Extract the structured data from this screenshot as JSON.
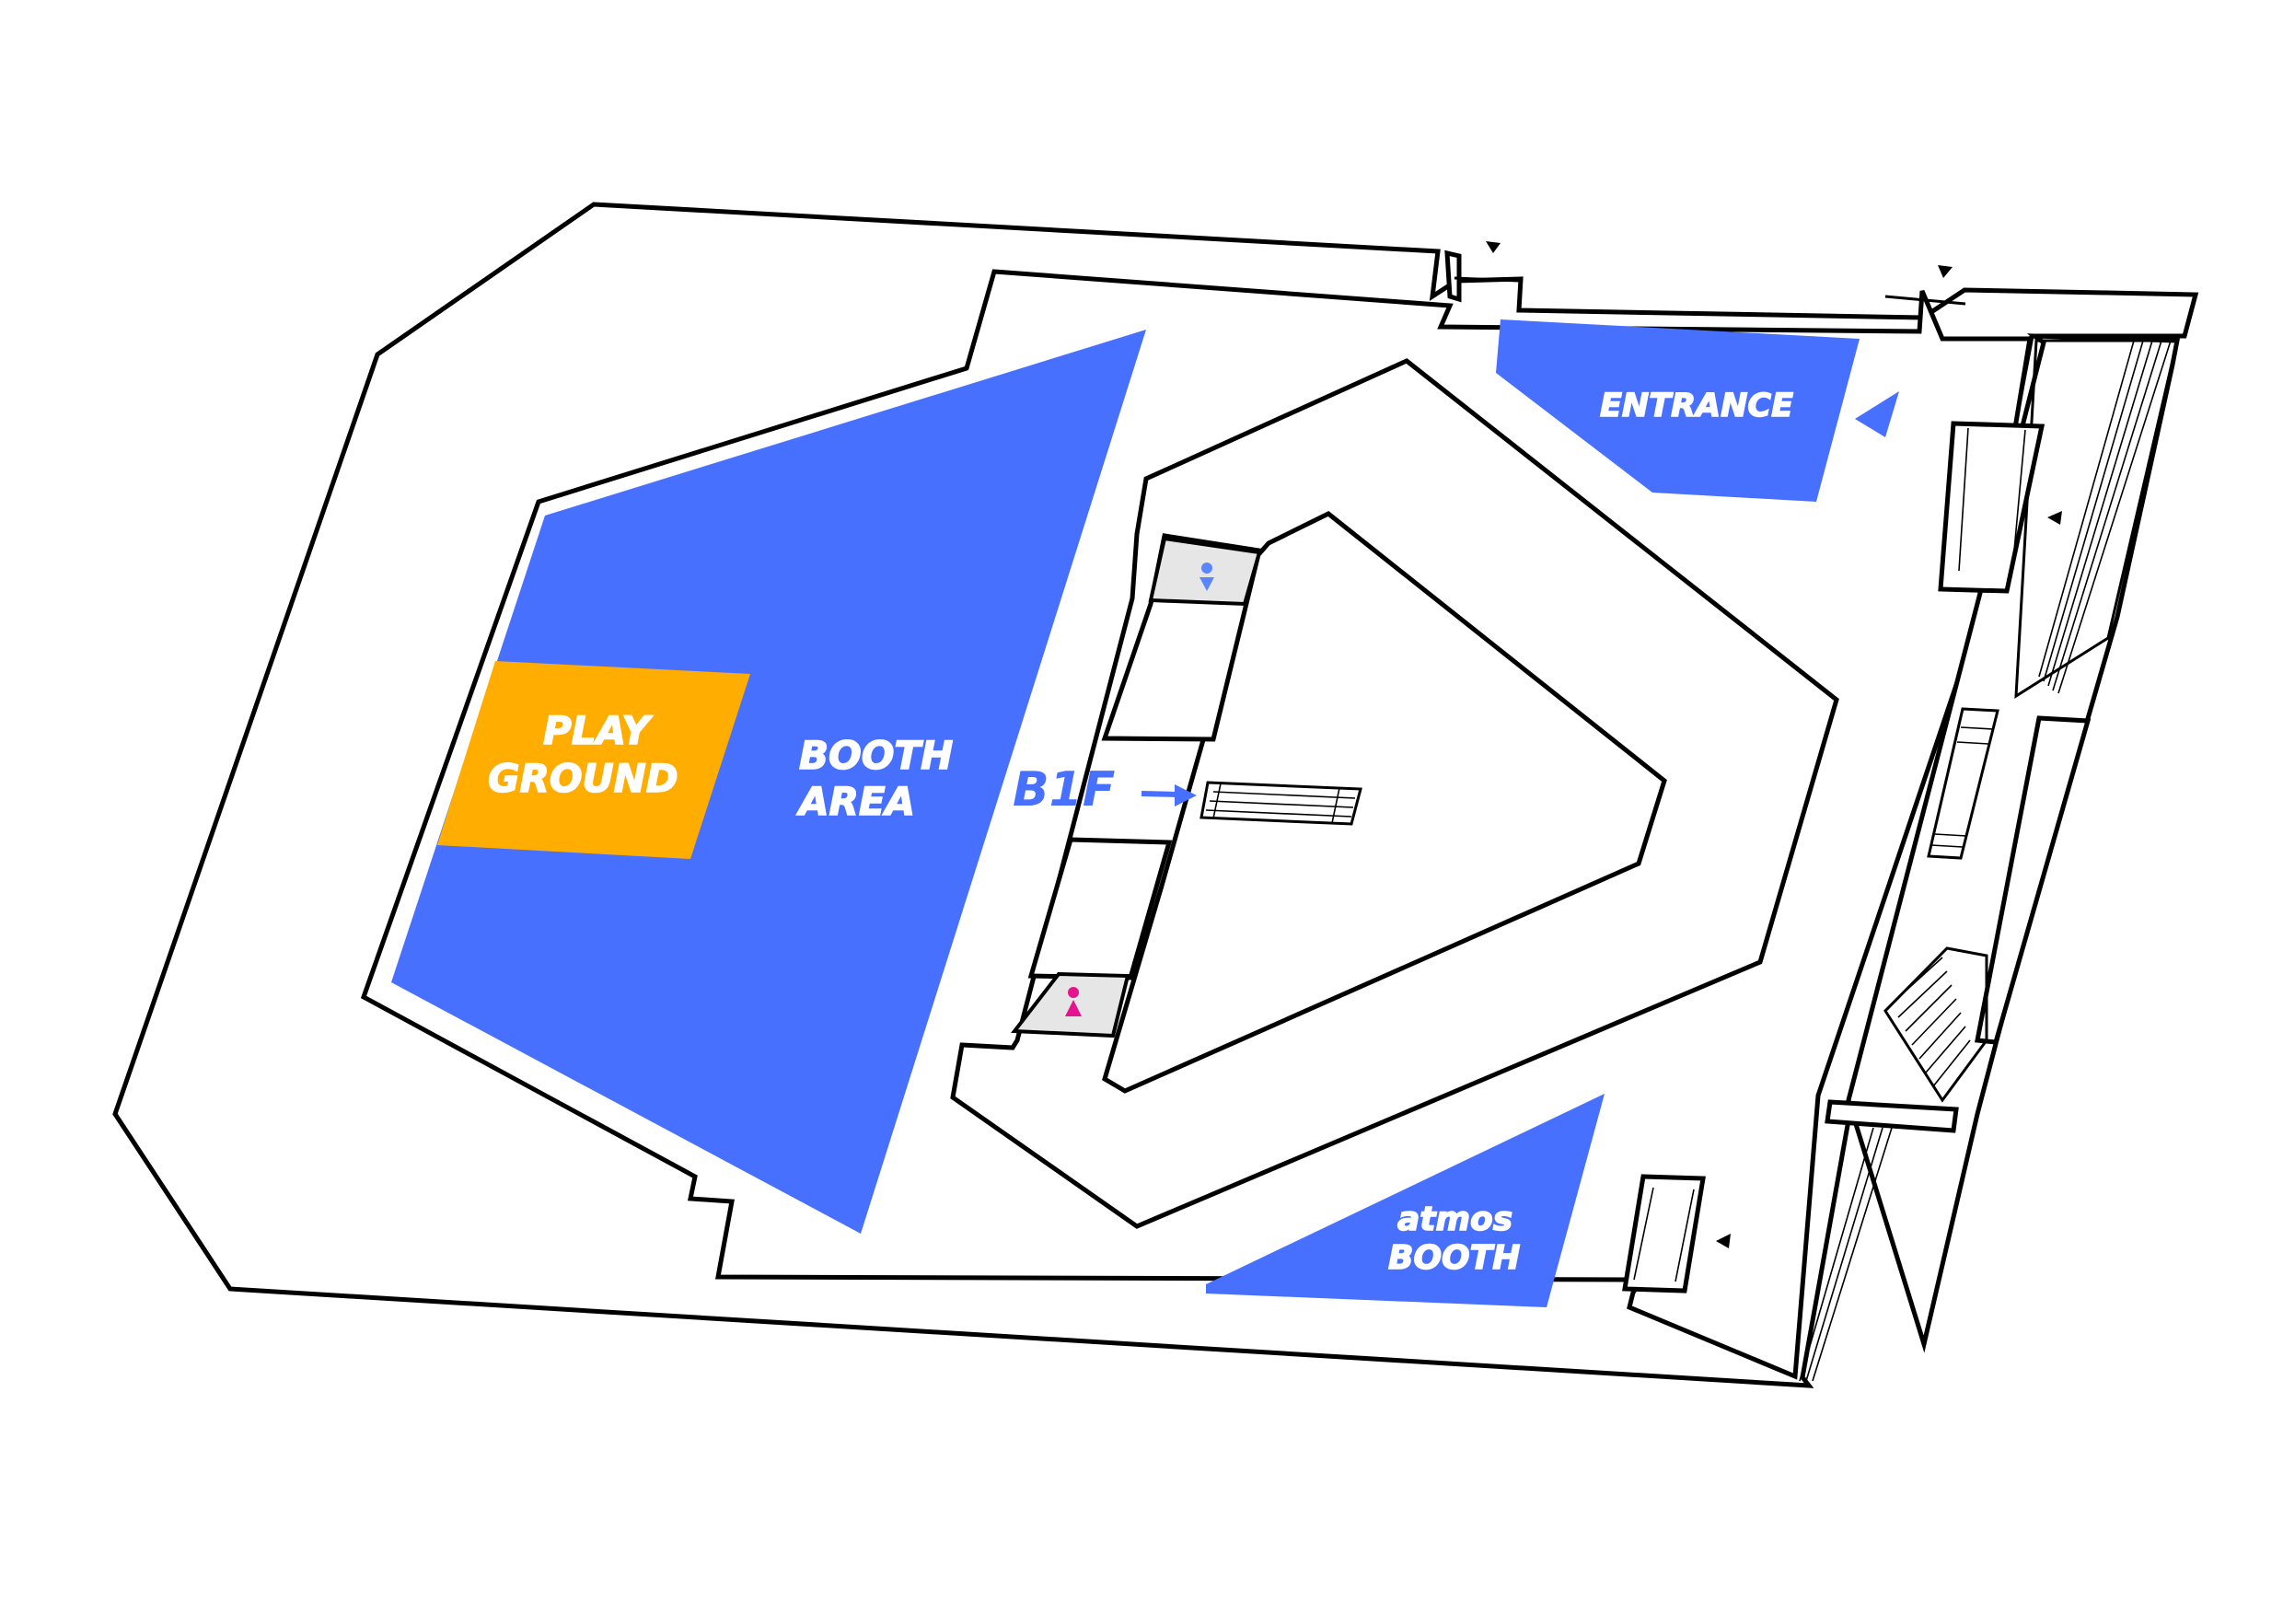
{
  "colors": {
    "booth_blue": "#4870ff",
    "playground_orange": "#ffad00",
    "restroom_gray": "#e6e6e6",
    "male_icon": "#5a86ff",
    "female_icon": "#e6138f",
    "wall": "#000000",
    "floor": "#ffffff"
  },
  "zones": {
    "booth_area": {
      "line1": "BOOTH",
      "line2": "AREA"
    },
    "playground": {
      "line1": "PLAY",
      "line2": "GROUND"
    },
    "entrance": {
      "label": "ENTRANCE"
    },
    "atmos_booth": {
      "line1": "atmos",
      "line2": "BOOTH"
    }
  },
  "b1f": {
    "label": "B1F"
  },
  "icons": {
    "male_restroom": "male-restroom-icon",
    "female_restroom": "female-restroom-icon",
    "entry_marker": "triangle-marker-icon",
    "arrow": "arrow-right-icon"
  }
}
